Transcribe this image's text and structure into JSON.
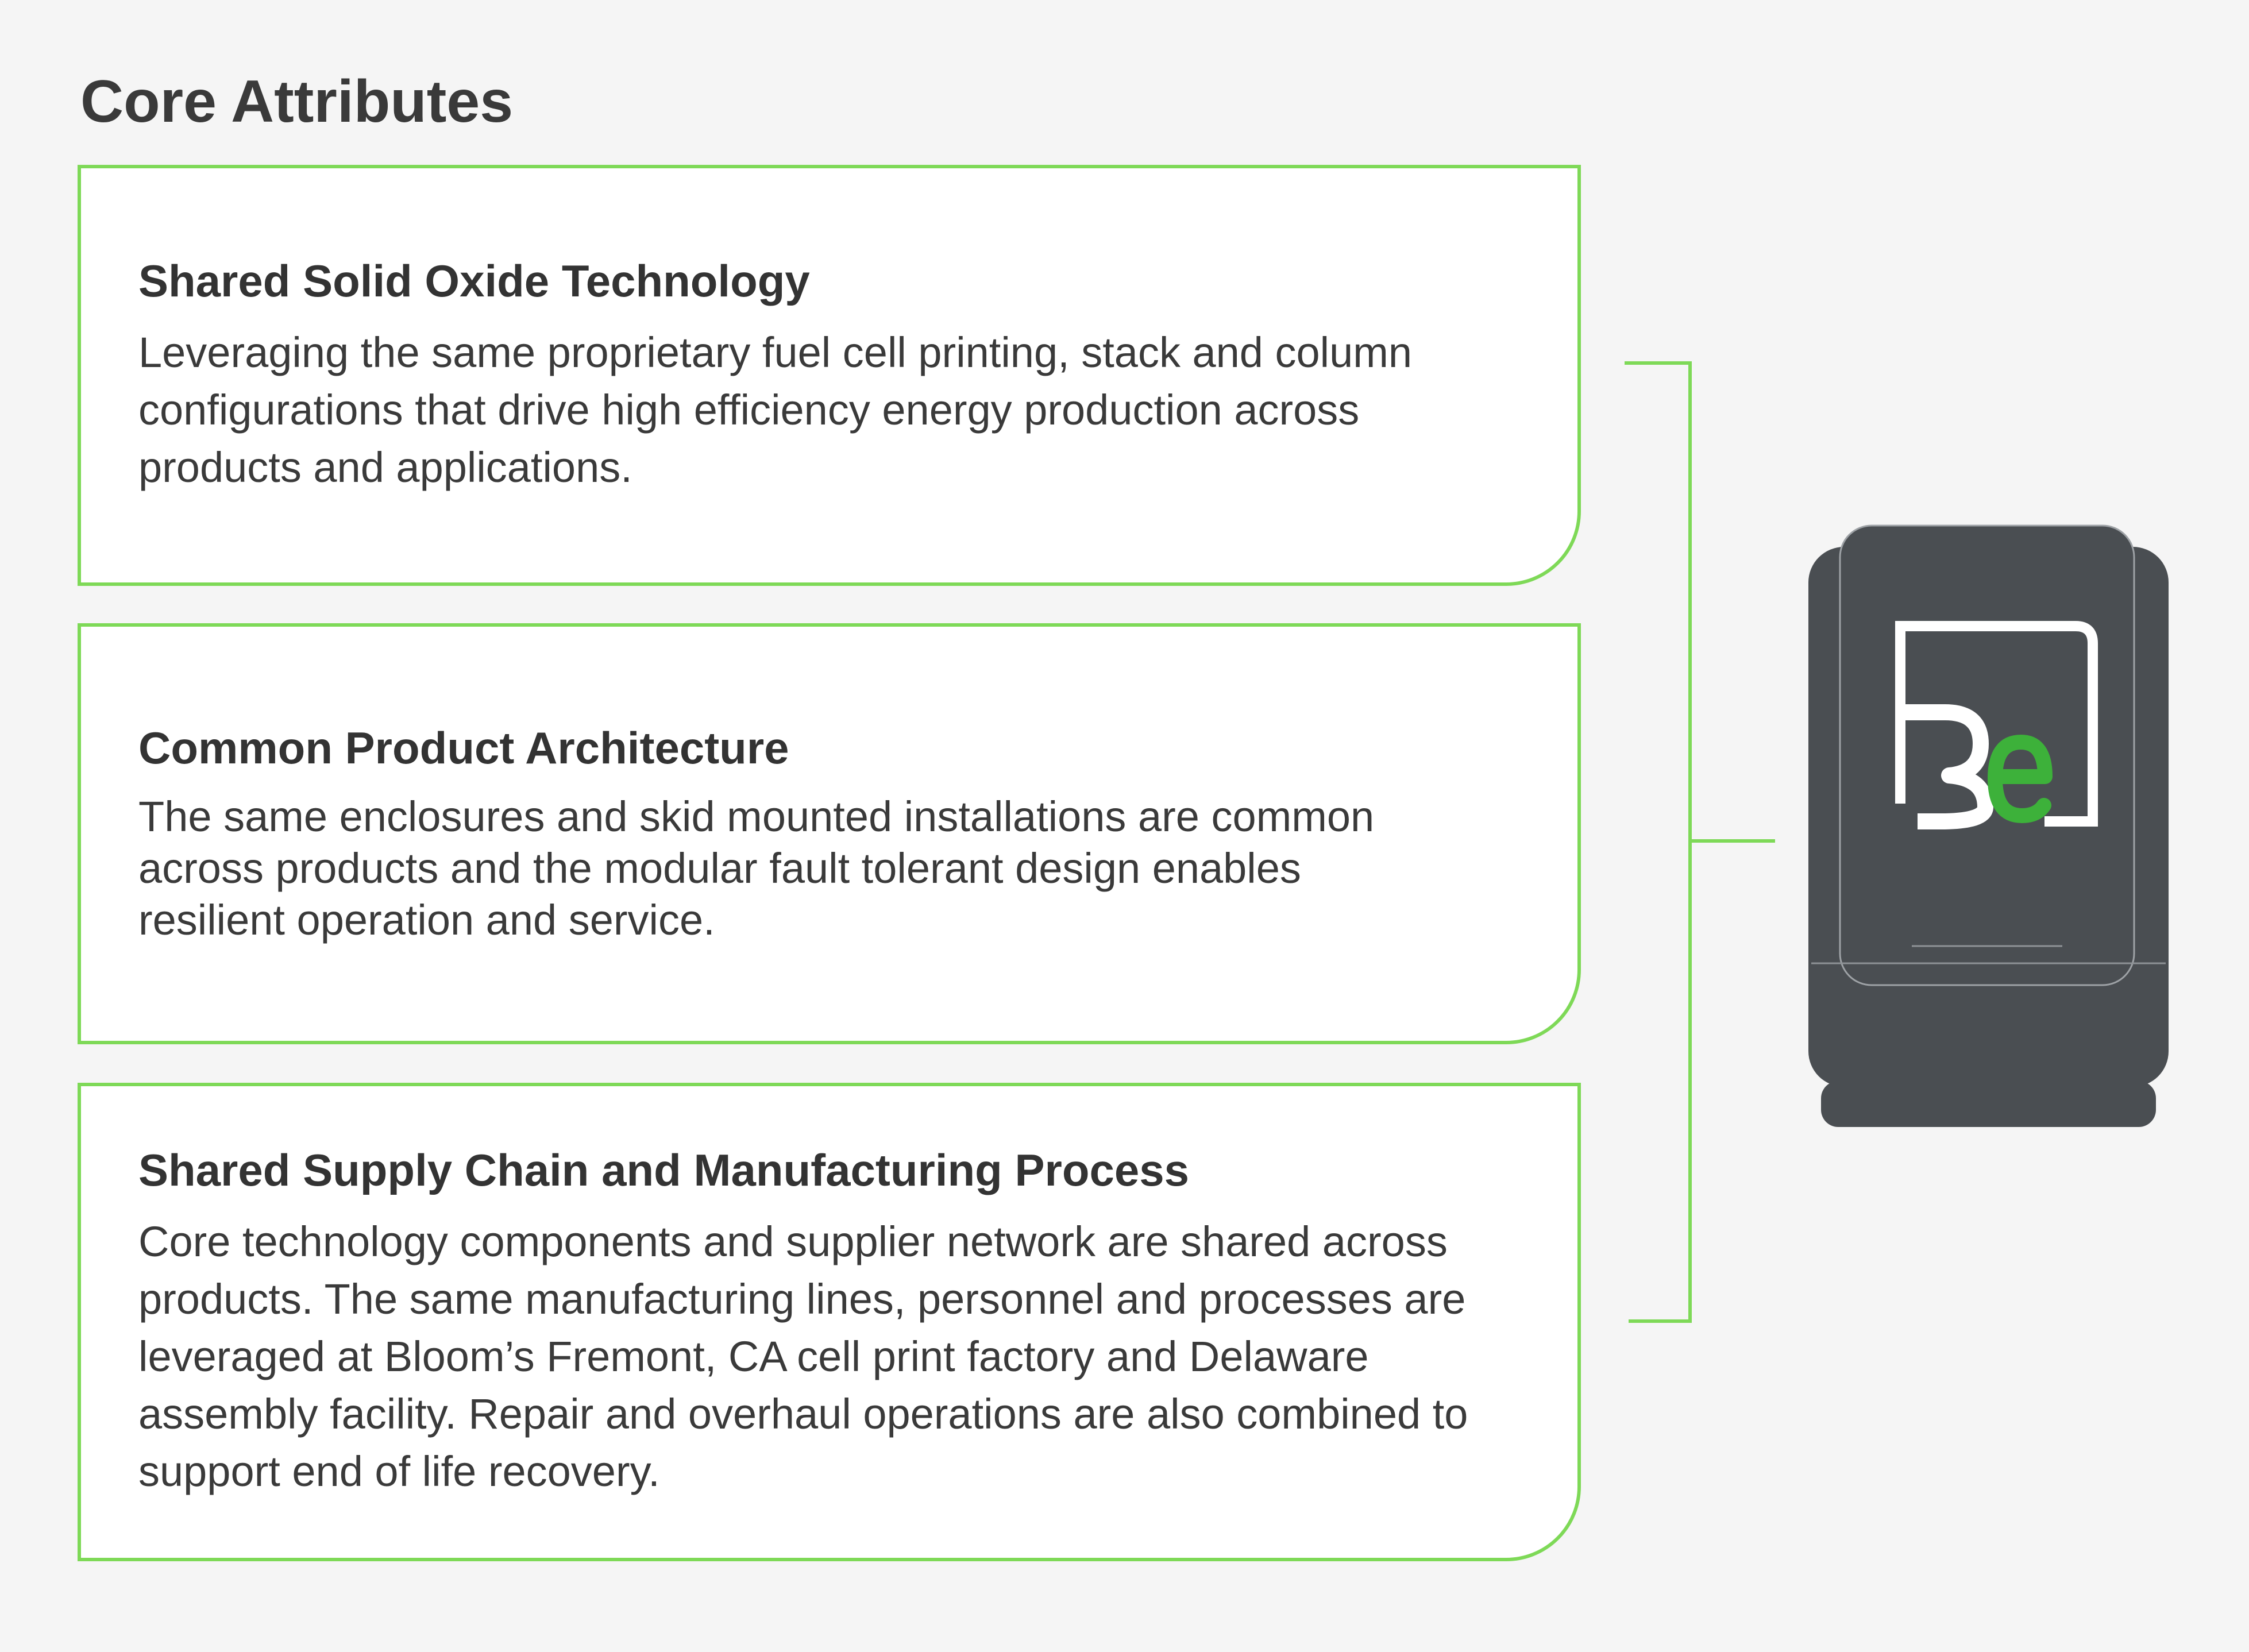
{
  "page": {
    "title": "Core Attributes"
  },
  "cards": [
    {
      "title": "Shared Solid Oxide Technology",
      "lines": [
        "Leveraging the same proprietary fuel cell printing, stack and column",
        "configurations that drive high efficiency energy production across",
        "products and applications."
      ]
    },
    {
      "title": "Common Product Architecture",
      "lines": [
        "The same enclosures and skid mounted installations are common",
        "across products and the modular fault tolerant design enables",
        "resilient operation and service."
      ]
    },
    {
      "title": "Shared Supply Chain and Manufacturing Process",
      "lines": [
        "Core technology components and supplier network are shared across",
        "products. The same manufacturing lines, personnel and processes are",
        "leveraged at Bloom’s Fremont, CA cell print factory and Delaware",
        "assembly facility. Repair and overhaul operations are also combined to",
        "support end of life recovery."
      ]
    }
  ],
  "device": {
    "icon": "fuel-cell-server-icon",
    "logo": "bloom-energy-be-logo"
  },
  "colors": {
    "accent_green": "#7ed957",
    "logo_green": "#3db13a",
    "device_gray": "#4a4e52",
    "background": "#f5f5f5",
    "text_dark": "#333333"
  }
}
